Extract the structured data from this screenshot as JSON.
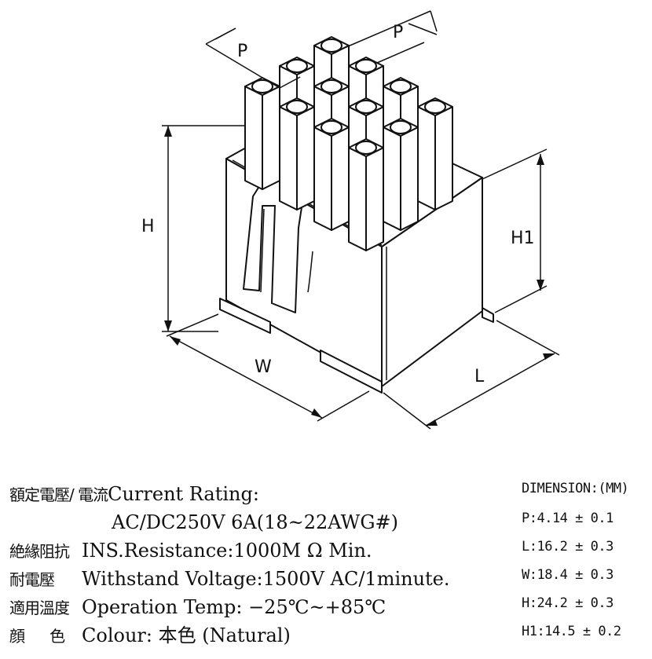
{
  "drawing": {
    "labels": {
      "pitch_left": "P",
      "pitch_right": "P",
      "height": "H",
      "height1": "H1",
      "width": "W",
      "length": "L"
    }
  },
  "specs": {
    "current": {
      "label": "額定電壓/ 電流",
      "text": "Current  Rating:"
    },
    "current_value": {
      "text": "AC/DC250V  6A(18~22AWG#)"
    },
    "insulation": {
      "label": "絶緣阻抗",
      "text": "INS.Resistance:1000M Ω Min."
    },
    "withstand": {
      "label": "耐電壓",
      "text": "Withstand  Voltage:1500V  AC/1minute."
    },
    "temperature": {
      "label": "適用溫度",
      "text": "Operation  Temp: −25℃~+85℃"
    },
    "colour": {
      "label": "顔      色",
      "text": "Colour: 本色 (Natural)"
    }
  },
  "dimensions": {
    "heading": "DIMENSION:(MM)",
    "items": [
      {
        "text": "P:4.14 ± 0.1"
      },
      {
        "text": "L:16.2 ± 0.3"
      },
      {
        "text": "W:18.4 ± 0.3"
      },
      {
        "text": "H:24.2 ± 0.3"
      },
      {
        "text": "H1:14.5 ± 0.2"
      }
    ]
  }
}
